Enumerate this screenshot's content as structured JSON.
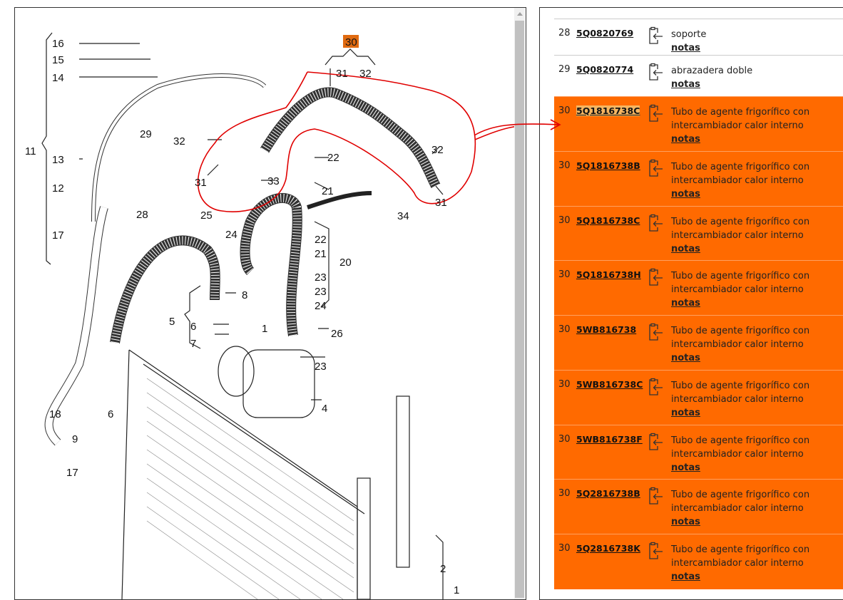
{
  "diagram": {
    "highlight_label": "30",
    "callouts": [
      "16",
      "15",
      "14",
      "11",
      "13",
      "12",
      "17",
      "29",
      "28",
      "32",
      "31",
      "25",
      "24",
      "33",
      "22",
      "21",
      "20",
      "23",
      "31",
      "32",
      "34",
      "31",
      "32",
      "8",
      "5",
      "6",
      "7",
      "26",
      "23",
      "4",
      "1",
      "18",
      "9",
      "6",
      "17",
      "2",
      "1",
      "22",
      "21",
      "23",
      "24",
      "25"
    ],
    "accent": "#e06a10"
  },
  "parts": [
    {
      "pos": "28",
      "part": "5Q0820769",
      "desc": "soporte",
      "notes": "notas",
      "highlight": false
    },
    {
      "pos": "29",
      "part": "5Q0820774",
      "desc": "abrazadera doble",
      "notes": "notas",
      "highlight": false
    },
    {
      "pos": "30",
      "part": "5Q1816738C",
      "desc": "Tubo de agente frigorífico con intercambiador calor interno",
      "notes": "notas",
      "highlight": true,
      "selected": true
    },
    {
      "pos": "30",
      "part": "5Q1816738B",
      "desc": "Tubo de agente frigorífico con intercambiador calor interno",
      "notes": "notas",
      "highlight": true
    },
    {
      "pos": "30",
      "part": "5Q1816738C",
      "desc": "Tubo de agente frigorífico con intercambiador calor interno",
      "notes": "notas",
      "highlight": true
    },
    {
      "pos": "30",
      "part": "5Q1816738H",
      "desc": "Tubo de agente frigorífico con intercambiador calor interno",
      "notes": "notas",
      "highlight": true
    },
    {
      "pos": "30",
      "part": "5WB816738",
      "desc": "Tubo de agente frigorífico con intercambiador calor interno",
      "notes": "notas",
      "highlight": true
    },
    {
      "pos": "30",
      "part": "5WB816738C",
      "desc": "Tubo de agente frigorífico con intercambiador calor interno",
      "notes": "notas",
      "highlight": true
    },
    {
      "pos": "30",
      "part": "5WB816738F",
      "desc": "Tubo de agente frigorífico con intercambiador calor interno",
      "notes": "notas",
      "highlight": true
    },
    {
      "pos": "30",
      "part": "5Q2816738B",
      "desc": "Tubo de agente frigorífico con intercambiador calor interno",
      "notes": "notas",
      "highlight": true
    },
    {
      "pos": "30",
      "part": "5Q2816738K",
      "desc": "Tubo de agente frigorífico con intercambiador calor interno",
      "notes": "notas",
      "highlight": true
    }
  ],
  "colors": {
    "highlight": "#ff6a00",
    "annotation": "#e00000"
  }
}
